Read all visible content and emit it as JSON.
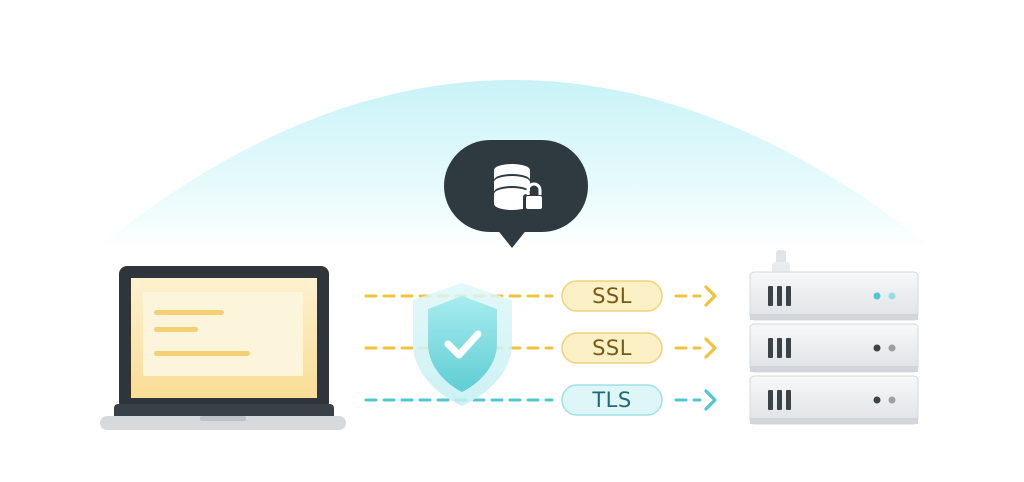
{
  "connections": [
    {
      "protocol": "SSL",
      "kind": "ssl"
    },
    {
      "protocol": "SSL",
      "kind": "ssl"
    },
    {
      "protocol": "TLS",
      "kind": "tls"
    }
  ],
  "colors": {
    "ssl_line": "#f0c33c",
    "ssl_pill_fill": "#fbf0c6",
    "ssl_pill_stroke": "#f0d27a",
    "ssl_text": "#7a5a12",
    "tls_line": "#4cc9cf",
    "tls_pill_fill": "#dff6f8",
    "tls_pill_stroke": "#9fe0e4",
    "tls_text": "#1f6a74",
    "bubble": "#2f3a40",
    "dome": "#cdf4f8",
    "shield": "#7fdadf",
    "server_body": "#eceef0",
    "laptop_frame": "#2f353a",
    "laptop_screen": "#fbe7b6"
  },
  "icons": {
    "bubble": "database-lock-icon",
    "shield": "shield-check-icon",
    "client": "laptop-icon",
    "server": "server-rack-icon"
  }
}
